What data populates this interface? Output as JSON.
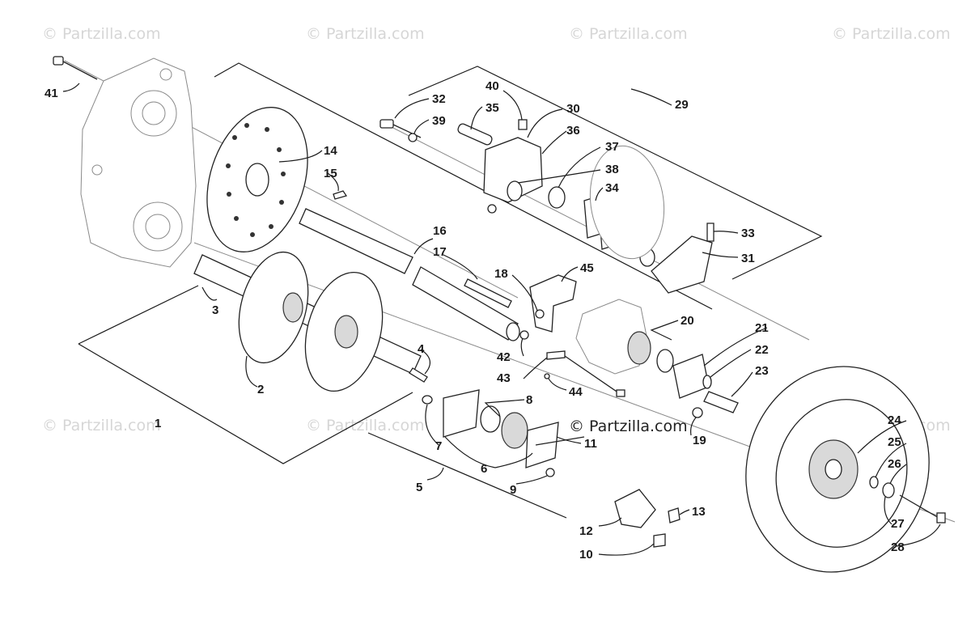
{
  "watermarks": {
    "corner": "© Partzilla.com",
    "center": "© Partzilla.com"
  },
  "callouts": [
    {
      "id": "c1",
      "label": "1"
    },
    {
      "id": "c2",
      "label": "2"
    },
    {
      "id": "c3",
      "label": "3"
    },
    {
      "id": "c4",
      "label": "4"
    },
    {
      "id": "c5",
      "label": "5"
    },
    {
      "id": "c6",
      "label": "6"
    },
    {
      "id": "c7",
      "label": "7"
    },
    {
      "id": "c8",
      "label": "8"
    },
    {
      "id": "c9",
      "label": "9"
    },
    {
      "id": "c10",
      "label": "10"
    },
    {
      "id": "c11",
      "label": "11"
    },
    {
      "id": "c12",
      "label": "12"
    },
    {
      "id": "c13",
      "label": "13"
    },
    {
      "id": "c14",
      "label": "14"
    },
    {
      "id": "c15",
      "label": "15"
    },
    {
      "id": "c16",
      "label": "16"
    },
    {
      "id": "c17",
      "label": "17"
    },
    {
      "id": "c18",
      "label": "18"
    },
    {
      "id": "c19",
      "label": "19"
    },
    {
      "id": "c20",
      "label": "20"
    },
    {
      "id": "c21",
      "label": "21"
    },
    {
      "id": "c22",
      "label": "22"
    },
    {
      "id": "c23",
      "label": "23"
    },
    {
      "id": "c24",
      "label": "24"
    },
    {
      "id": "c25",
      "label": "25"
    },
    {
      "id": "c26",
      "label": "26"
    },
    {
      "id": "c27",
      "label": "27"
    },
    {
      "id": "c28",
      "label": "28"
    },
    {
      "id": "c29",
      "label": "29"
    },
    {
      "id": "c30",
      "label": "30"
    },
    {
      "id": "c31",
      "label": "31"
    },
    {
      "id": "c32",
      "label": "32"
    },
    {
      "id": "c33",
      "label": "33"
    },
    {
      "id": "c34",
      "label": "34"
    },
    {
      "id": "c35",
      "label": "35"
    },
    {
      "id": "c36",
      "label": "36"
    },
    {
      "id": "c37",
      "label": "37"
    },
    {
      "id": "c38",
      "label": "38"
    },
    {
      "id": "c39",
      "label": "39"
    },
    {
      "id": "c40",
      "label": "40"
    },
    {
      "id": "c41",
      "label": "41"
    },
    {
      "id": "c42",
      "label": "42"
    },
    {
      "id": "c43",
      "label": "43"
    },
    {
      "id": "c44",
      "label": "44"
    },
    {
      "id": "c45",
      "label": "45"
    }
  ]
}
